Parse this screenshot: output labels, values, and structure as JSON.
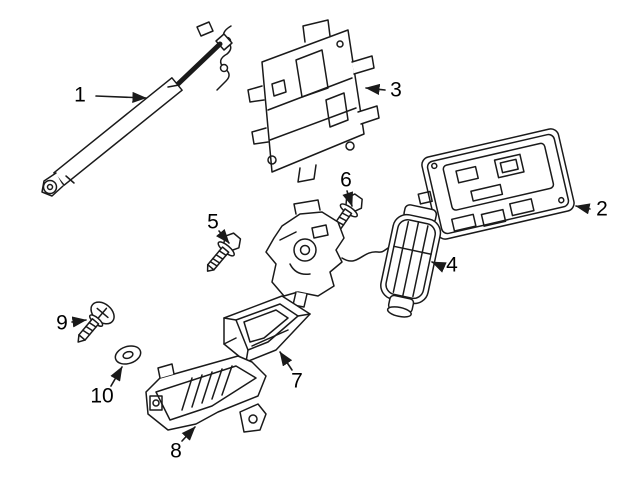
{
  "canvas": {
    "background": "#ffffff",
    "ink": "#1a1a1a"
  },
  "callouts": {
    "c1": "1",
    "c2": "2",
    "c3": "3",
    "c4": "4",
    "c5": "5",
    "c6": "6",
    "c7": "7",
    "c8": "8",
    "c9": "9",
    "c10": "10"
  }
}
